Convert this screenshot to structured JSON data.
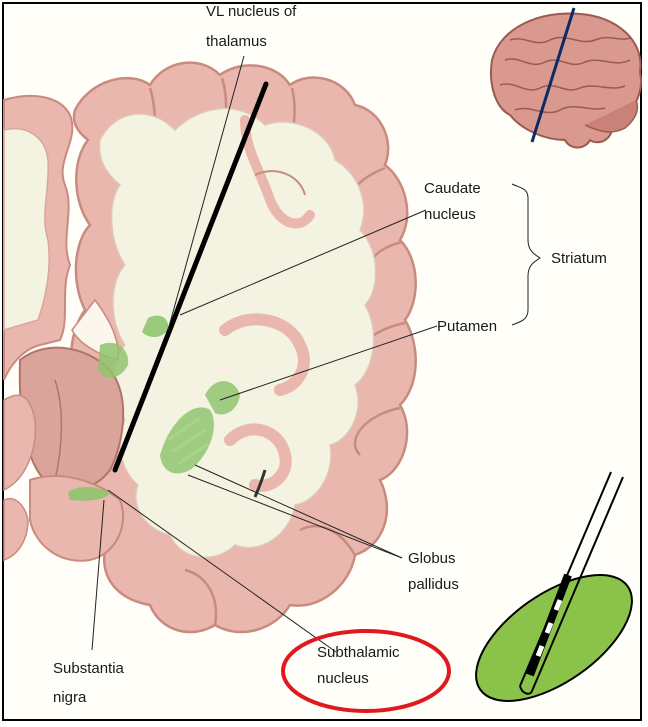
{
  "labels": {
    "vl_line1": "VL  nucleus of",
    "vl_line2": "thalamus",
    "caudate_line1": "Caudate",
    "caudate_line2": "nucleus",
    "striatum": "Striatum",
    "putamen": "Putamen",
    "globus_line1": "Globus",
    "globus_line2": "pallidus",
    "subthalamic_line1": "Subthalamic",
    "subthalamic_line2": "nucleus",
    "substantia_line1": "Substantia",
    "substantia_line2": "nigra"
  },
  "colors": {
    "tissue": "#e9b7ad",
    "tissue_dark": "#c98b80",
    "white_matter": "#f4f3e1",
    "nucleus_green": "#8fc46f",
    "target_ellipse": "#8bc34a",
    "highlight_circle": "#e0191f",
    "probe_line": "#000000"
  },
  "icons": {
    "brain_thumbnail": "brain-lateral-view-icon",
    "electrode": "dbs-electrode-icon"
  }
}
